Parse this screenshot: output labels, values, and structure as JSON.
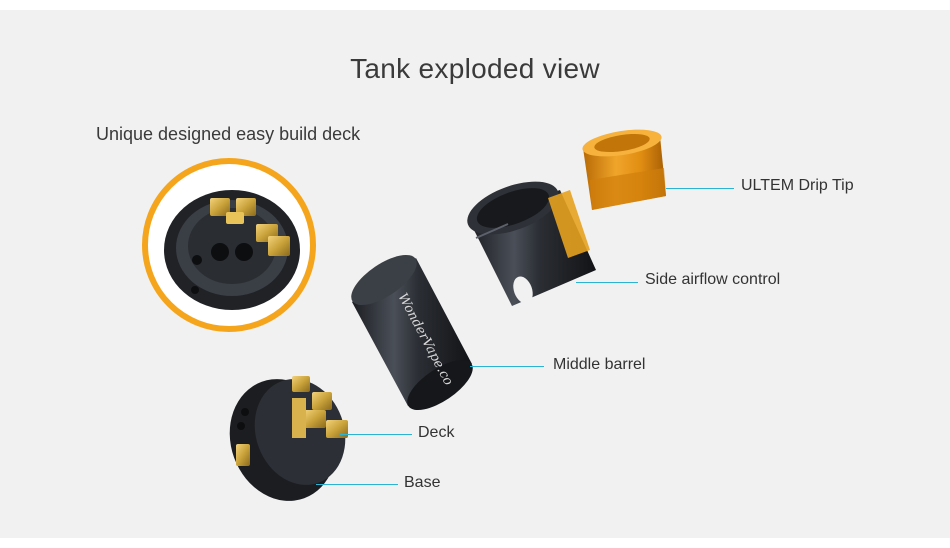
{
  "title": "Tank exploded view",
  "subtitle": "Unique designed easy build deck",
  "barrel_script": "WonderVape.co",
  "parts": [
    {
      "label": "ULTEM Drip Tip"
    },
    {
      "label": "Side airflow control"
    },
    {
      "label": "Middle barrel"
    },
    {
      "label": "Deck"
    },
    {
      "label": "Base"
    }
  ],
  "colors": {
    "accent_line": "#2ab3d3",
    "ring": "#f5a51c",
    "ultem": "#d98a10",
    "brass": "#c9a23a",
    "steel": "#2a2d33"
  }
}
